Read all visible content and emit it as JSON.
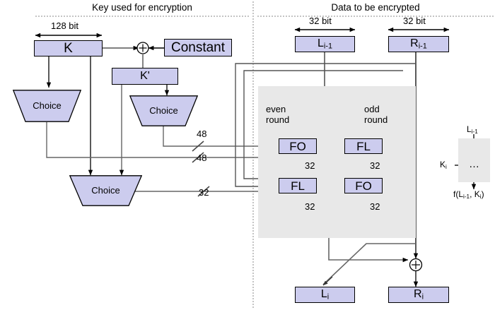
{
  "diagram": {
    "title": "Feistel round of block cipher with key schedule",
    "sections": {
      "left_caption": "Key used for encryption",
      "right_caption": "Data to be encrypted"
    },
    "colors": {
      "box_fill": "#ccccee",
      "box_stroke": "#000000",
      "panel_fill": "#e8e8e8",
      "wire": "#000000",
      "wire_grey": "#808080",
      "divider": "#808080",
      "background": "#ffffff"
    }
  },
  "key_side": {
    "width_label": "128 bit",
    "blocks": {
      "k": "K",
      "constant": "Constant",
      "k_prime": "K'",
      "choice_1": "Choice",
      "choice_2": "Choice",
      "choice_3": "Choice"
    },
    "xor_symbol": "+",
    "bus_labels": {
      "upper_48": "48",
      "lower_48": "48",
      "bus_32": "32"
    }
  },
  "data_side": {
    "width_label_left": "32 bit",
    "width_label_right": "32 bit",
    "inputs": {
      "left": "L",
      "left_sub": "i-1",
      "right": "R",
      "right_sub": "i-1"
    },
    "outputs": {
      "left": "L",
      "left_sub": "i",
      "right": "R",
      "right_sub": "i"
    },
    "round_labels": {
      "even": "even\nround",
      "even_line1": "even",
      "even_line2": "round",
      "odd_line1": "odd",
      "odd_line2": "round"
    },
    "functions": {
      "fo_even": "FO",
      "fl_odd": "FL",
      "fl_even": "FL",
      "fo_odd": "FO"
    },
    "bus_labels": {
      "fo_even_out": "32",
      "fl_odd_out": "32",
      "fl_even_out": "32",
      "fo_odd_out": "32"
    },
    "xor_symbol": "+"
  },
  "legend": {
    "input_label": "L",
    "input_sub": "i-1",
    "key_label": "K",
    "key_sub": "i",
    "body_glyph": "…",
    "output_label": "f(L",
    "output_sub1": "i-1",
    "output_mid": ", K",
    "output_sub2": "i",
    "output_end": ")",
    "output_full": "f(L i-1 , K i )"
  }
}
